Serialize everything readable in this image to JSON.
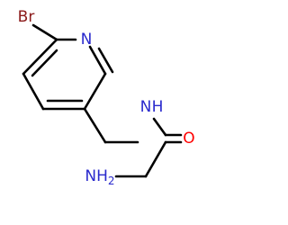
{
  "molecule": {
    "atoms": {
      "br": "Br",
      "n_ring": "N",
      "n_amide": "N",
      "h_amide": "H",
      "o": "O",
      "nh2": "NH",
      "nh2_sub": "2"
    }
  },
  "colors": {
    "bond": "#000000",
    "bromine": "#8b1a1a",
    "nitrogen": "#2a2acd",
    "oxygen": "#ff0000"
  }
}
